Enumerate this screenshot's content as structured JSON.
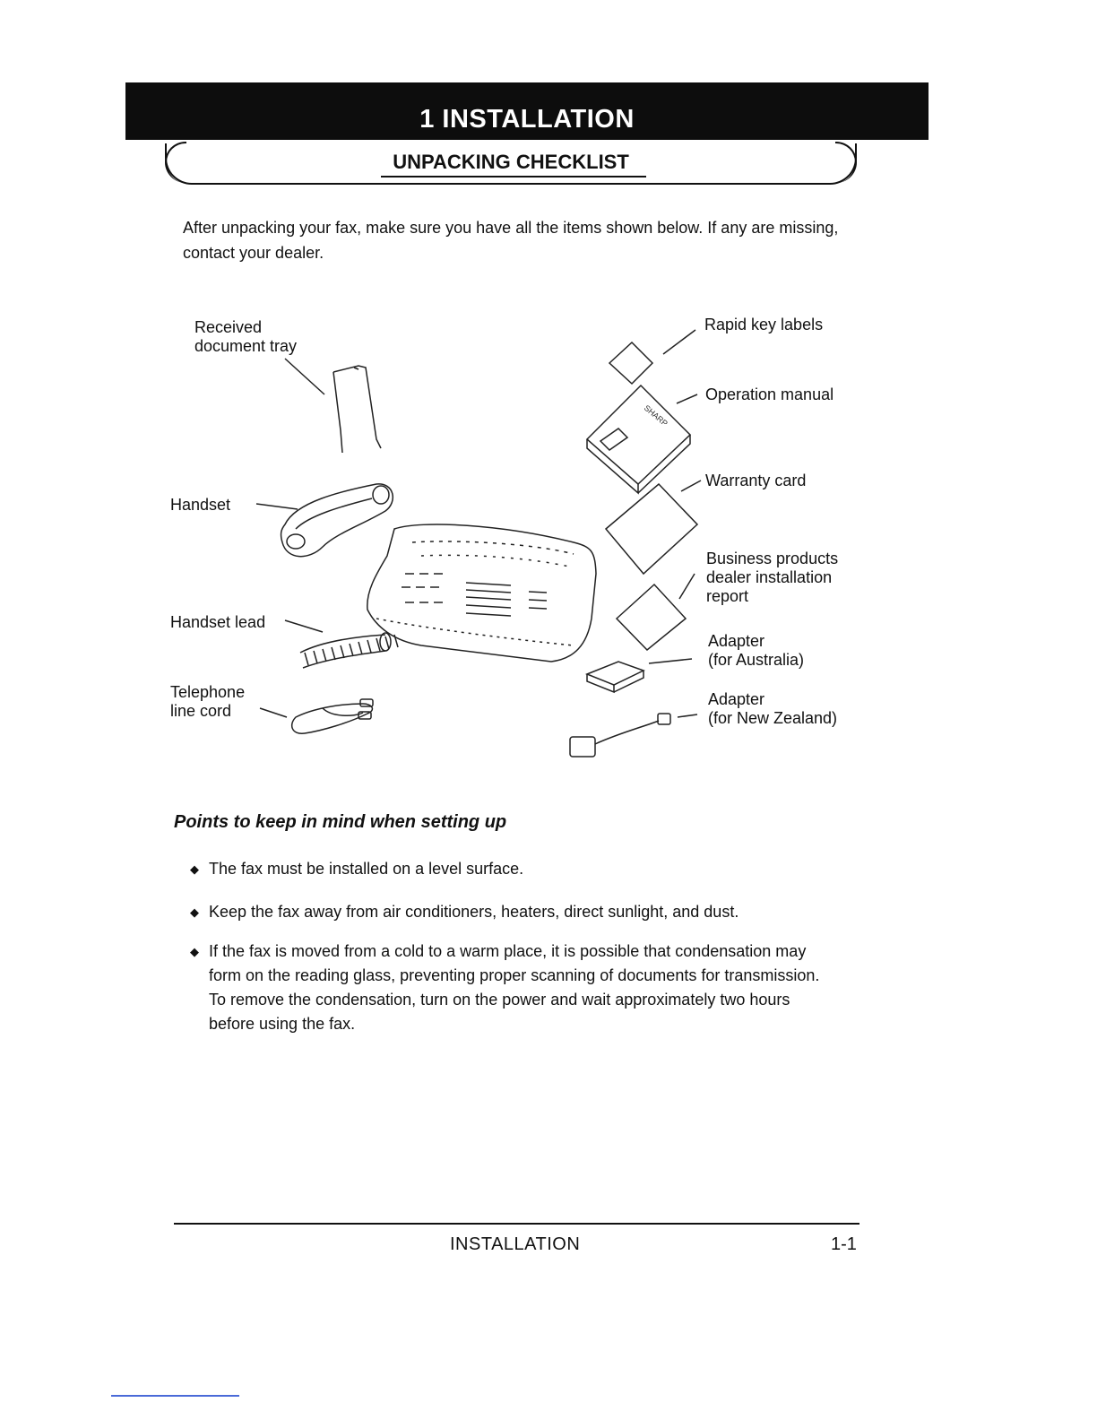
{
  "header": {
    "chapter_title": "1   INSTALLATION",
    "section_title": "UNPACKING CHECKLIST"
  },
  "intro": "After unpacking your fax, make sure you have all the items shown below. If any are missing, contact your dealer.",
  "labels": {
    "received_tray": "Received\ndocument tray",
    "handset": "Handset",
    "handset_lead": "Handset lead",
    "telephone_line_cord": "Telephone\nline cord",
    "rapid_key_labels": "Rapid key labels",
    "operation_manual": "Operation manual",
    "manual_brand": "SHARP",
    "warranty_card": "Warranty card",
    "business_report": "Business products\ndealer installation\nreport",
    "adapter_australia": "Adapter\n(for Australia)",
    "adapter_nz": "Adapter\n(for New Zealand)"
  },
  "points": {
    "heading": "Points to keep in mind when setting up",
    "items": [
      "The fax must be installed on a level surface.",
      "Keep the fax away from air conditioners, heaters, direct sunlight, and dust.",
      "If the fax is moved from a cold to a warm place, it is possible that condensation may form on the reading glass, preventing proper scanning of documents for transmission. To remove the condensation, turn on the power and wait approximately two hours before using the fax."
    ]
  },
  "footer": {
    "section": "INSTALLATION",
    "page": "1-1"
  }
}
